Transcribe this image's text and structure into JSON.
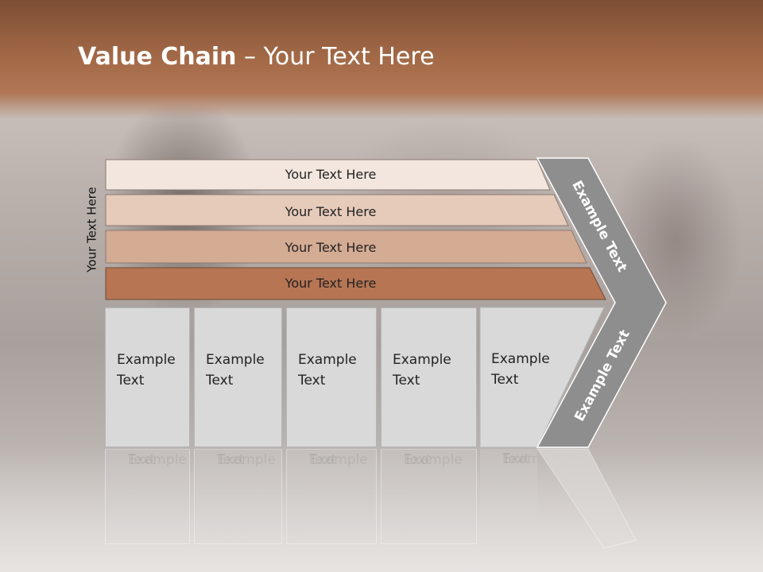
{
  "slide": {
    "title_bold": "Value Chain",
    "title_rest": " – Your Text Here",
    "side_label": "Your Text Here",
    "bars": [
      {
        "label": "Your Text Here",
        "color": "#f2e6df"
      },
      {
        "label": "Your Text Here",
        "color": "#e6cbba"
      },
      {
        "label": "Your Text Here",
        "color": "#d4ab93"
      },
      {
        "label": "Your Text Here",
        "color": "#b77553"
      }
    ],
    "chevron_labels": [
      "Example Text",
      "Example Text"
    ],
    "boxes": [
      {
        "line1": "Example",
        "line2": "Text"
      },
      {
        "line1": "Example",
        "line2": "Text"
      },
      {
        "line1": "Example",
        "line2": "Text"
      },
      {
        "line1": "Example",
        "line2": "Text"
      },
      {
        "line1": "Example",
        "line2": "Text"
      }
    ],
    "colors": {
      "header": "#a46a48",
      "chevron": "#8e8e8e",
      "box": "#d9d9d9"
    }
  }
}
